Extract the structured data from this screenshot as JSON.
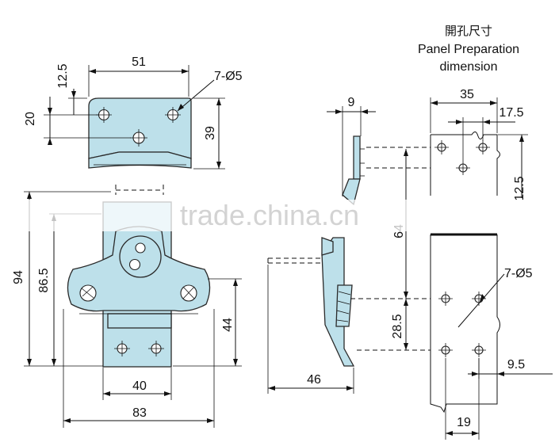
{
  "panel_title": {
    "chinese": "開孔尺寸",
    "line1": "Panel Preparation",
    "line2": "dimension"
  },
  "watermark": "trade.china.cn",
  "dimensions": {
    "top_width": "51",
    "top_offset": "12.5",
    "top_hole_spacing": "20",
    "top_height": "39",
    "top_holes": "7-Ø5",
    "total_height": "94",
    "inner_height": "86.5",
    "base_height": "44",
    "base_hole_spacing": "40",
    "overall_width": "83",
    "side_thickness": "9",
    "side_depth": "46",
    "panel_width": "35",
    "panel_half_width": "17.5",
    "panel_top_offset": "12.5",
    "panel_height": "64",
    "panel_holes": "7-Ø5",
    "panel_hole_vertical": "28.5",
    "panel_edge_offset": "9.5",
    "panel_hole_horizontal": "19"
  }
}
